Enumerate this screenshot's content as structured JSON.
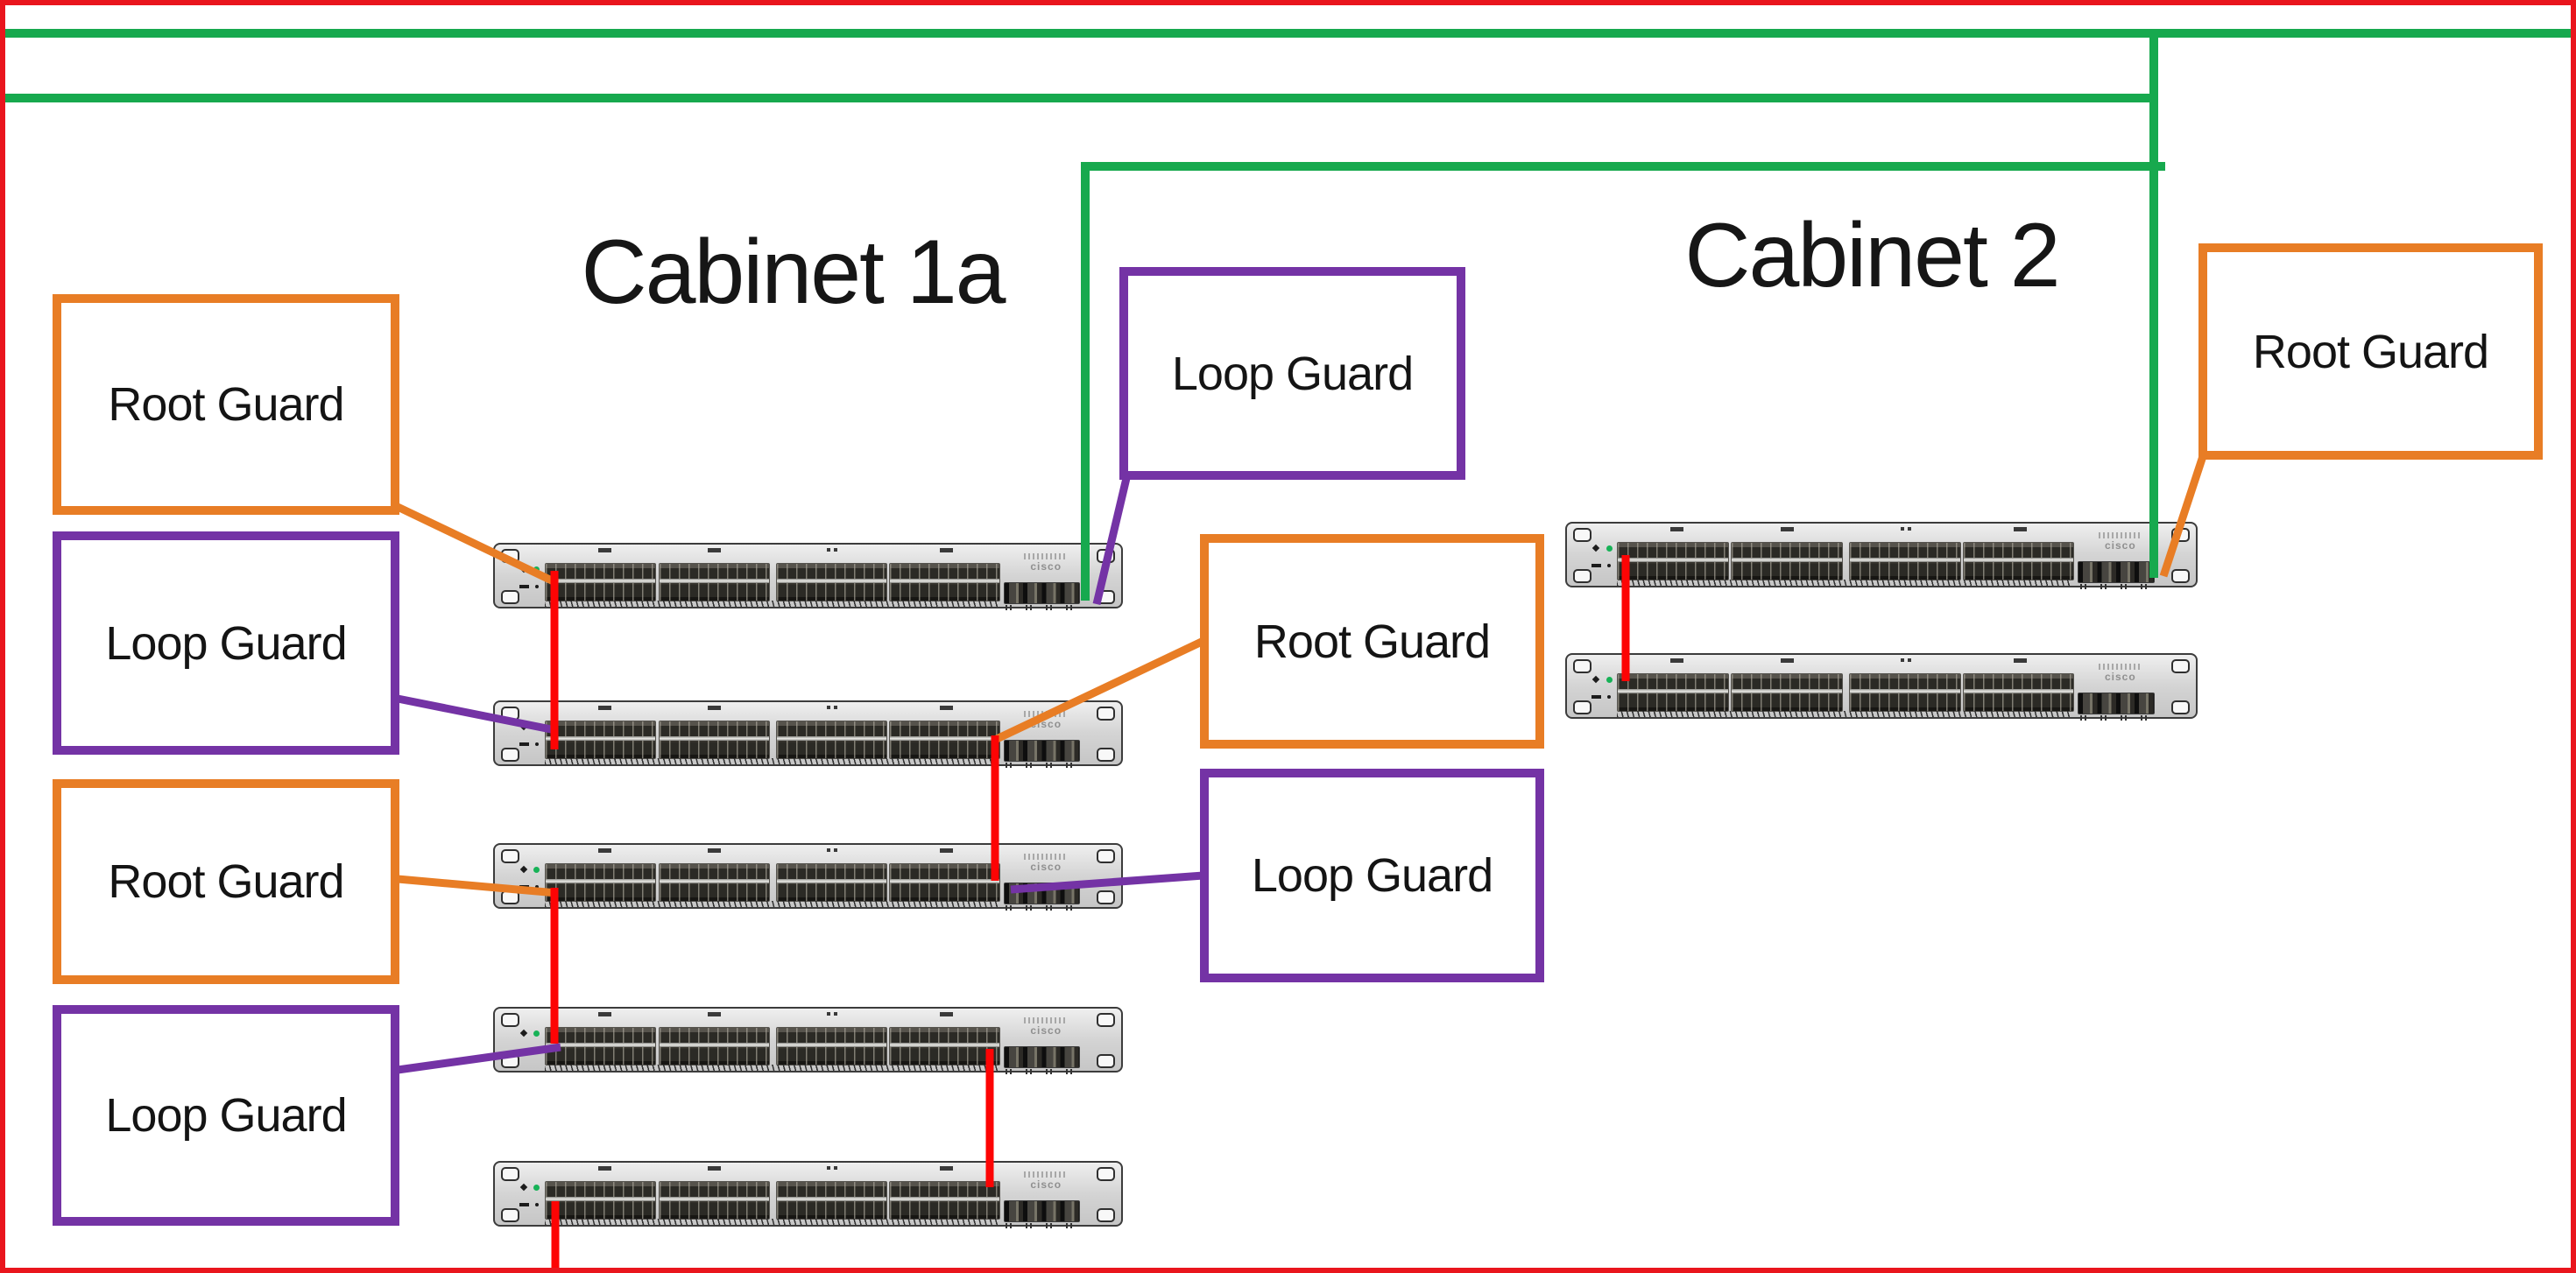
{
  "titles": {
    "cabinet1": "Cabinet 1a",
    "cabinet2": "Cabinet 2"
  },
  "cabinets": [
    {
      "name": "Cabinet 1a",
      "switch_count": 5
    },
    {
      "name": "Cabinet 2",
      "switch_count": 2
    }
  ],
  "callouts": [
    {
      "label": "Root Guard",
      "color": "orange",
      "position": "cabinet1-left-1"
    },
    {
      "label": "Loop Guard",
      "color": "purple",
      "position": "cabinet1-left-2"
    },
    {
      "label": "Root Guard",
      "color": "orange",
      "position": "cabinet1-left-3"
    },
    {
      "label": "Loop Guard",
      "color": "purple",
      "position": "cabinet1-left-4"
    },
    {
      "label": "Loop Guard",
      "color": "purple",
      "position": "cabinet1-top-middle"
    },
    {
      "label": "Root Guard",
      "color": "orange",
      "position": "cabinet1-middle-right"
    },
    {
      "label": "Loop Guard",
      "color": "purple",
      "position": "cabinet1-middle-right-lower"
    },
    {
      "label": "Root Guard",
      "color": "orange",
      "position": "cabinet2-far-right"
    }
  ],
  "switch_logo": "cisco",
  "colors": {
    "wire_green": "#17a94e",
    "wire_red": "#fd0404",
    "callout_orange": "#e87d25",
    "callout_purple": "#7433a5",
    "frame_red": "#e9151d",
    "switch_body": "#d9d9d9"
  },
  "wires": {
    "green_backbone_lines": 3,
    "green_vertical_risers": 2,
    "red_switch_links": 6,
    "orange_pointer_lines": 4,
    "purple_pointer_lines": 4
  }
}
